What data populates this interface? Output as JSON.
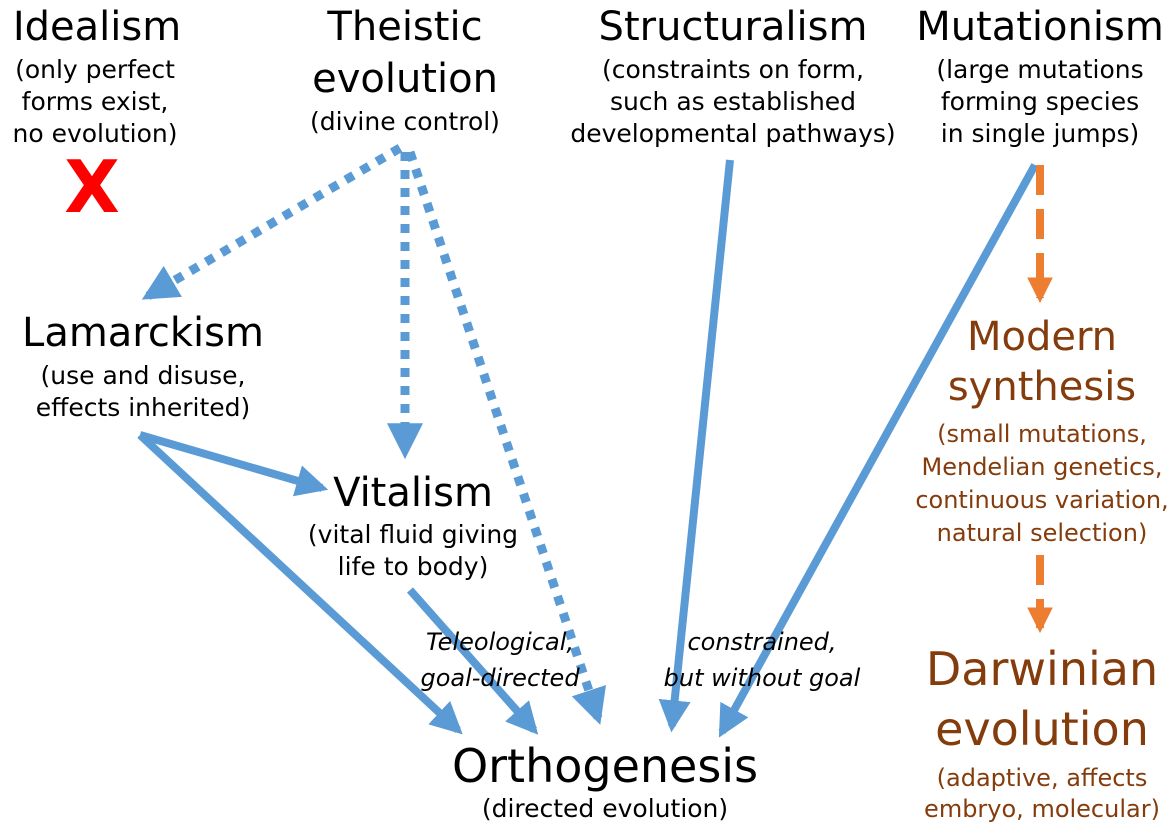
{
  "nodes": {
    "idealism": {
      "title": "Idealism",
      "desc": [
        "(only perfect",
        "forms exist,",
        "no evolution)"
      ],
      "rejected_mark": "X"
    },
    "theistic": {
      "title": [
        "Theistic",
        "evolution"
      ],
      "desc": [
        "(divine control)"
      ]
    },
    "structuralism": {
      "title": "Structuralism",
      "desc": [
        "(constraints on form,",
        "such as established",
        "developmental pathways)"
      ]
    },
    "mutationism": {
      "title": "Mutationism",
      "desc": [
        "(large mutations",
        "forming species",
        "in single jumps)"
      ]
    },
    "lamarckism": {
      "title": "Lamarckism",
      "desc": [
        "(use and disuse,",
        "effects inherited)"
      ]
    },
    "vitalism": {
      "title": "Vitalism",
      "desc": [
        "(vital fluid giving",
        "life to body)"
      ]
    },
    "orthogenesis": {
      "title": "Orthogenesis",
      "desc": [
        "(directed evolution)"
      ]
    },
    "modern_synthesis": {
      "title": [
        "Modern",
        "synthesis"
      ],
      "desc": [
        "(small mutations,",
        "Mendelian genetics,",
        "continuous variation,",
        "natural selection)"
      ]
    },
    "darwinian": {
      "title": [
        "Darwinian",
        "evolution"
      ],
      "desc": [
        "(adaptive, affects",
        "embryo, molecular)"
      ]
    }
  },
  "annotations": {
    "teleological": [
      "Teleological,",
      "goal-directed"
    ],
    "constrained": [
      "constrained,",
      "but without goal"
    ]
  },
  "colors": {
    "arrow_blue": "#5b9bd5",
    "arrow_orange": "#ed7d31",
    "modern_text": "#843c0c",
    "reject_red": "#ff0000"
  }
}
